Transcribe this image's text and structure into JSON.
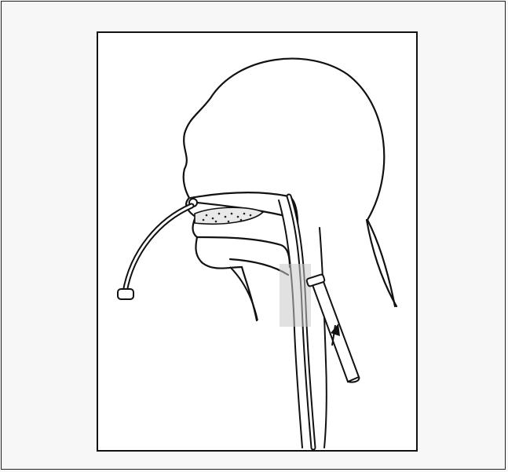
{
  "scan": {
    "bleed_lines": [],
    "colors": {
      "ink": "#111111",
      "paper": "#ffffff",
      "scan_gray": "#f7f7f7"
    }
  },
  "figure": {
    "caption": "",
    "subject": "nasogastric-and-tracheal-tube-diagram",
    "parts": [
      "head-outline",
      "nasal-tube",
      "oral-cavity",
      "tongue",
      "esophageal-tube",
      "tracheostomy-cannula",
      "arrow-marker"
    ]
  }
}
